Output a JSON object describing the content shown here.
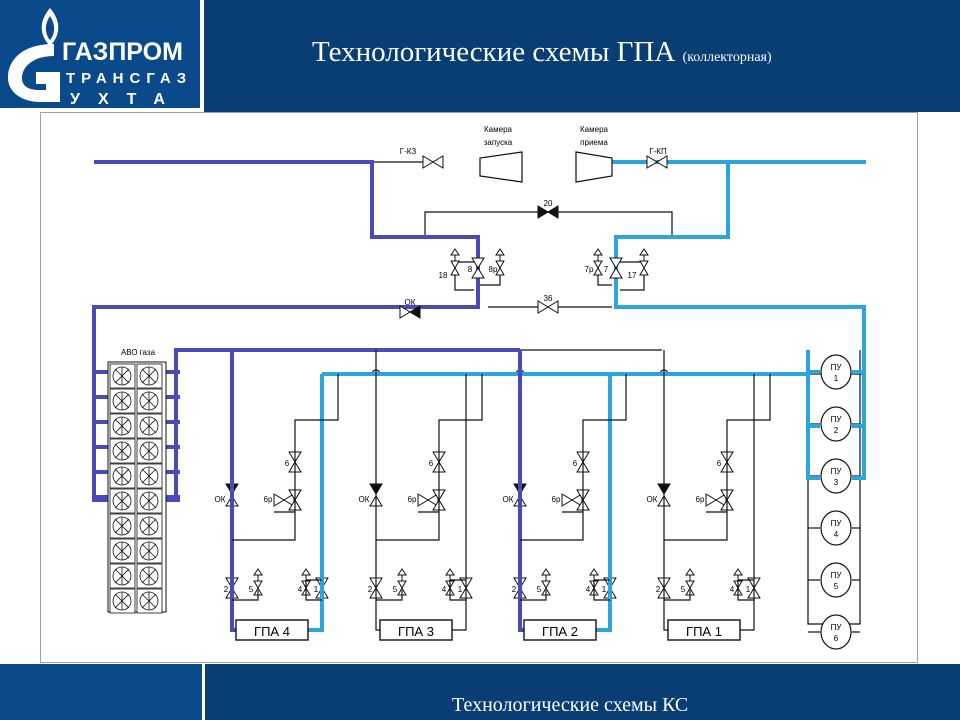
{
  "header": {
    "title_main": "Технологические схемы ГПА",
    "title_sub": "(коллекторная)",
    "logo": {
      "line1": "ГАЗПРОМ",
      "line2": "ТРАНСГАЗ",
      "line3": "УХТА"
    }
  },
  "diagram": {
    "top": {
      "gkz": "Г-КЗ",
      "gkp": "Г-КП",
      "launch_l1": "Камера",
      "launch_l2": "запуска",
      "receive_l1": "Камера",
      "receive_l2": "приема",
      "v20": "20",
      "v36": "36",
      "ok": "ОК",
      "v18": "18",
      "v8": "8",
      "v8r": "8р",
      "v7r": "7р",
      "v7": "7",
      "v17": "17"
    },
    "avo": "АВО газа",
    "units": [
      {
        "name": "ГПА 4",
        "ok": "ОК",
        "v6": "6",
        "v6r": "6р",
        "v2": "2",
        "v5": "5",
        "v4": "4",
        "v1": "1"
      },
      {
        "name": "ГПА 3",
        "ok": "ОК",
        "v6": "6",
        "v6r": "6р",
        "v2": "2",
        "v5": "5",
        "v4": "4",
        "v1": "1"
      },
      {
        "name": "ГПА 2",
        "ok": "ОК",
        "v6": "6",
        "v6r": "6р",
        "v2": "2",
        "v5": "5",
        "v4": "4",
        "v1": "1"
      },
      {
        "name": "ГПА 1",
        "ok": "ОК",
        "v6": "6",
        "v6r": "6р",
        "v2": "2",
        "v5": "5",
        "v4": "4",
        "v1": "1"
      }
    ],
    "pu": [
      {
        "label": "ПУ",
        "num": "1"
      },
      {
        "label": "ПУ",
        "num": "2"
      },
      {
        "label": "ПУ",
        "num": "3"
      },
      {
        "label": "ПУ",
        "num": "4"
      },
      {
        "label": "ПУ",
        "num": "5"
      },
      {
        "label": "ПУ",
        "num": "6"
      }
    ]
  },
  "footer": {
    "text": "Технологические схемы КС"
  },
  "colors": {
    "header": "#083e73",
    "pipe_dark": "#4a4ab8",
    "pipe_light": "#2aa5de",
    "line": "#111111"
  }
}
